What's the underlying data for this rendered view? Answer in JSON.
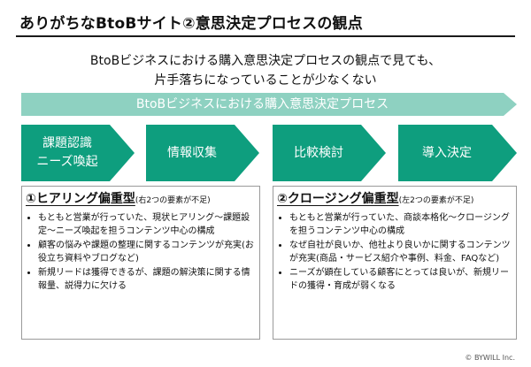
{
  "title": "ありがちなBtoBサイト②意思決定プロセスの観点",
  "subtitle": {
    "line1": "BtoBビジネスにおける購入意思決定プロセスの観点で見ても、",
    "line2": "片手落ちになっていることが少なくない"
  },
  "banner": {
    "label": "BtoBビジネスにおける購入意思決定プロセス",
    "color": "#8ed1c1"
  },
  "steps": [
    {
      "line1": "課題認識",
      "line2": "ニーズ喚起"
    },
    {
      "line1": "情報収集",
      "line2": ""
    },
    {
      "line1": "比較検討",
      "line2": ""
    },
    {
      "line1": "導入決定",
      "line2": ""
    }
  ],
  "step_color": "#0e9e7e",
  "panels": [
    {
      "heading": "①ヒアリング偏重型",
      "note": "(右2つの要素が不足)",
      "bullets": [
        "もともと営業が行っていた、現状ヒアリング～課題設定～ニーズ喚起を担うコンテンツ中心の構成",
        "顧客の悩みや課題の整理に関するコンテンツが充実(お役立ち資料やブログなど)",
        "新規リードは獲得できるが、課題の解決策に関する情報量、説得力に欠ける"
      ]
    },
    {
      "heading": "②クロージング偏重型",
      "note": "(左2つの要素が不足)",
      "bullets": [
        "もともと営業が行っていた、商談本格化～クロージングを担うコンテンツ中心の構成",
        "なぜ自社が良いか、他社より良いかに関するコンテンツが充実(商品・サービス紹介や事例、料金、FAQなど)",
        "ニーズが顕在している顧客にとっては良いが、新規リードの獲得・育成が弱くなる"
      ]
    }
  ],
  "copyright": "© BYWILL Inc."
}
